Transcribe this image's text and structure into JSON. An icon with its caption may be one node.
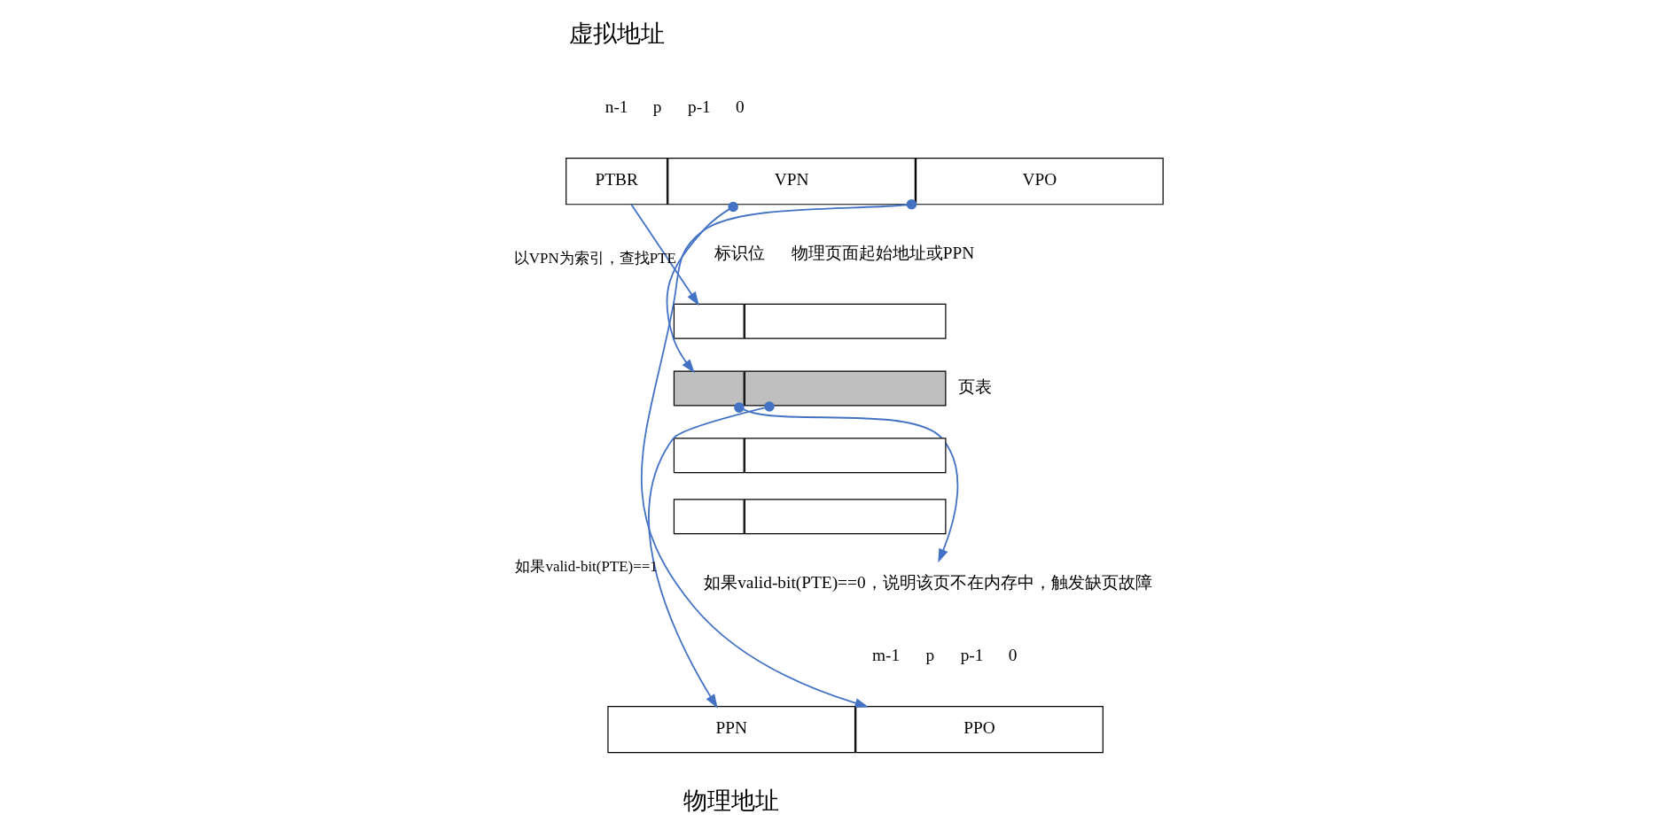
{
  "diagram": {
    "nodes": [
      {
        "text": [
          "PTBR"
        ]
      },
      {
        "text": [
          "VPN"
        ]
      },
      {
        "text": [
          "VPO"
        ]
      },
      {
        "text": [],
        "shape": "box"
      },
      {
        "text": [],
        "shape": "box"
      },
      {
        "text": [],
        "shape": "box"
      },
      {
        "text": [],
        "shape": "box"
      },
      {
        "text": [],
        "shape": "box"
      },
      {
        "text": [],
        "shape": "box"
      },
      {
        "text": [],
        "shape": "box"
      },
      {
        "text": [],
        "shape": "box"
      },
      {
        "text": [
          "如果valid-bit(PTE)==0，说明该页不在内存中，触发缺页故障"
        ]
      },
      {
        "text": [
          "PPN"
        ]
      },
      {
        "text": [
          "PPO"
        ]
      }
    ],
    "edges": [
      {
        "from": 0,
        "to": 3,
        "arrow": "to"
      },
      {
        "from": 1,
        "to": 5,
        "arrow": "to",
        "label": "以VPN为索引，查找PTE"
      },
      {
        "from": 5,
        "to": 11,
        "arrow": "to"
      },
      {
        "from": 6,
        "to": 12,
        "arrow": "to",
        "label": "如果valid-bit(PTE)==1"
      },
      {
        "from": 2,
        "to": 13,
        "arrow": "to"
      }
    ],
    "labels": [
      "虚拟地址",
      "n-1",
      "p",
      "p-1",
      "0",
      "标识位",
      "物理页面起始地址或PPN",
      "页表",
      "m-1",
      "p",
      "p-1",
      "0",
      "物理地址"
    ]
  }
}
